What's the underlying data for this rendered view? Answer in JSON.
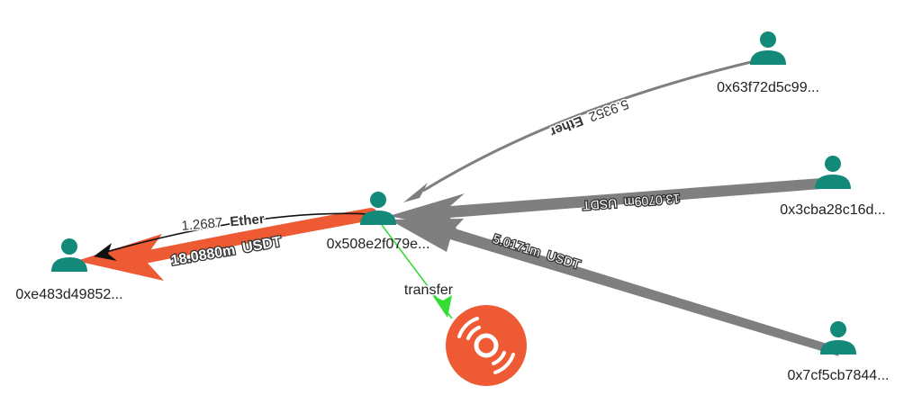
{
  "colors": {
    "node": "#13897a",
    "gray_edge": "#7f7f7f",
    "orange_edge": "#ee5a33",
    "black_edge": "#111111",
    "green_edge": "#33dd33",
    "contract_icon": "#ee5a33"
  },
  "icons": {
    "person": "person-icon",
    "contract": "radio-wave-disc-icon"
  },
  "nodes": [
    {
      "id": "n_e483",
      "label": "0xe483d49852..."
    },
    {
      "id": "n_508e",
      "label": "0x508e2f079e..."
    },
    {
      "id": "n_63f7",
      "label": "0x63f72d5c99..."
    },
    {
      "id": "n_3cba",
      "label": "0x3cba28c16d..."
    },
    {
      "id": "n_7cf5",
      "label": "0x7cf5cb7844..."
    }
  ],
  "edges": [
    {
      "from": "n_63f7",
      "to": "n_508e",
      "amount": "5.9352",
      "unit": "Ether"
    },
    {
      "from": "n_3cba",
      "to": "n_508e",
      "amount": "13.0709m",
      "unit": "USDT"
    },
    {
      "from": "n_7cf5",
      "to": "n_508e",
      "amount": "5.0171m",
      "unit": "USDT"
    },
    {
      "from": "n_508e",
      "to": "n_e483",
      "amount": "18.0880m",
      "unit": "USDT"
    },
    {
      "from": "n_508e",
      "to": "n_e483",
      "amount": "1.2687",
      "unit": "Ether"
    },
    {
      "from": "n_508e",
      "to": "contract",
      "label": "transfer"
    }
  ]
}
